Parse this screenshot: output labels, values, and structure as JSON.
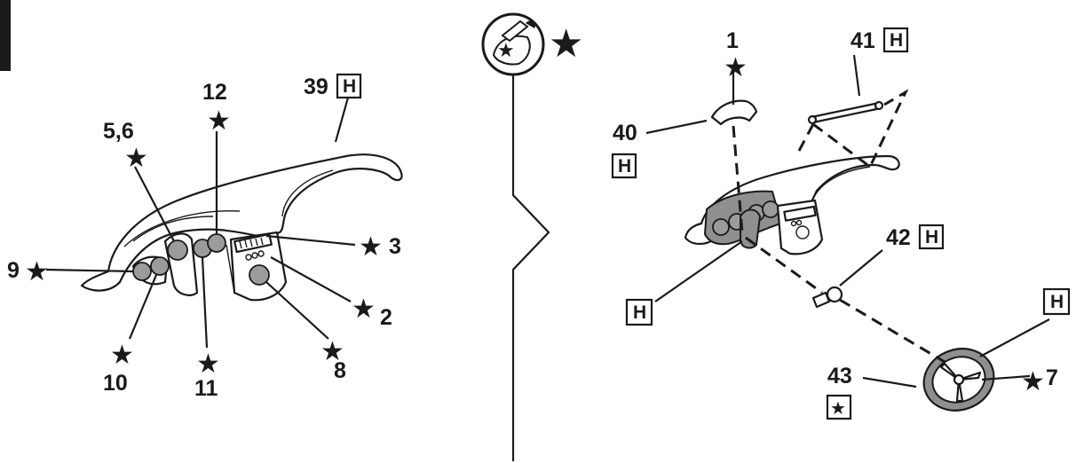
{
  "colors": {
    "ink": "#1a1a1a",
    "paint_fill": "#8f8f8f",
    "background": "#ffffff"
  },
  "symbols": {
    "paint_star": "★",
    "decal_star": "★",
    "paint_icon": "paint-brush-icon",
    "h_box": "H"
  },
  "left": {
    "callouts": [
      {
        "id": "39",
        "text": "39",
        "symbol": "H"
      },
      {
        "id": "12",
        "text": "12",
        "symbol": "★"
      },
      {
        "id": "5_6",
        "text": "5,6",
        "symbol": "★"
      },
      {
        "id": "3",
        "text": "3",
        "symbol": "★"
      },
      {
        "id": "9",
        "text": "9",
        "symbol": "★"
      },
      {
        "id": "2",
        "text": "2",
        "symbol": "★"
      },
      {
        "id": "10",
        "text": "10",
        "symbol": "★"
      },
      {
        "id": "11",
        "text": "11",
        "symbol": "★"
      },
      {
        "id": "8",
        "text": "8",
        "symbol": "★"
      }
    ]
  },
  "right": {
    "callouts": [
      {
        "id": "1",
        "text": "1",
        "symbol": "★"
      },
      {
        "id": "41",
        "text": "41",
        "symbol": "H"
      },
      {
        "id": "40",
        "text": "40",
        "symbol": "H"
      },
      {
        "id": "42",
        "text": "42",
        "symbol": "H"
      },
      {
        "id": "body_h",
        "text": "",
        "symbol": "H"
      },
      {
        "id": "wheel_h",
        "text": "",
        "symbol": "H"
      },
      {
        "id": "43",
        "text": "43",
        "symbol": "★"
      },
      {
        "id": "7",
        "text": "7",
        "symbol": "★"
      }
    ]
  }
}
